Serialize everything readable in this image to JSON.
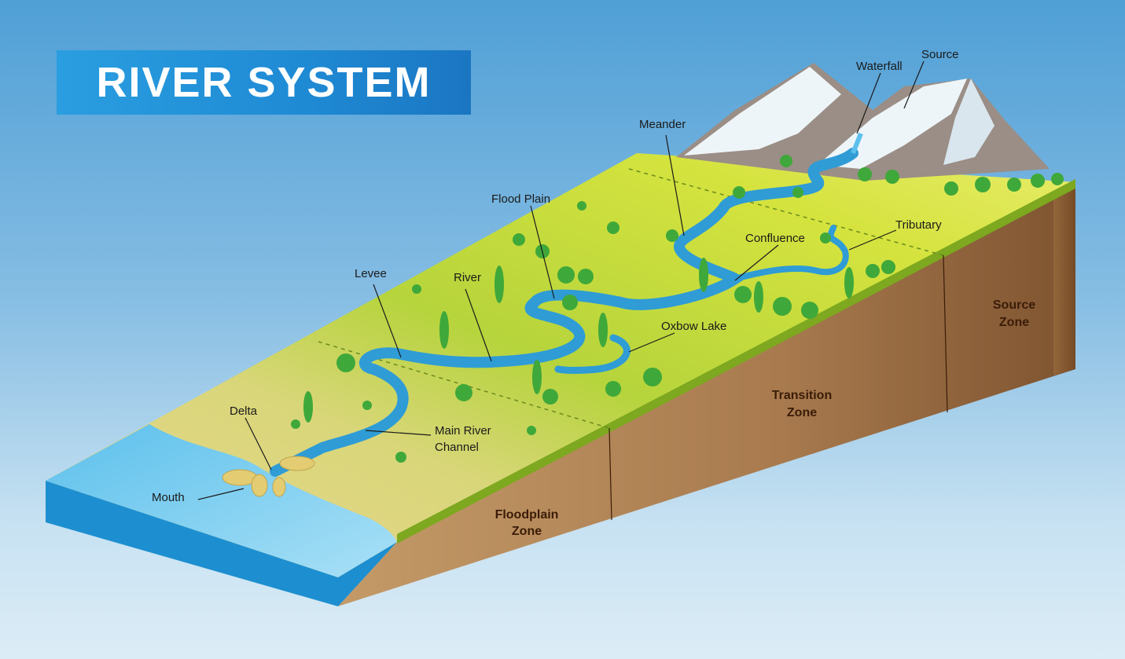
{
  "title": "RIVER SYSTEM",
  "labels": {
    "source": "Source",
    "waterfall": "Waterfall",
    "meander": "Meander",
    "flood_plain": "Flood Plain",
    "tributary": "Tributary",
    "confluence": "Confluence",
    "levee": "Levee",
    "river": "River",
    "oxbow_lake": "Oxbow Lake",
    "delta": "Delta",
    "main_river_channel_1": "Main River",
    "main_river_channel_2": "Channel",
    "mouth": "Mouth"
  },
  "zones": {
    "source_1": "Source",
    "source_2": "Zone",
    "transition_1": "Transition",
    "transition_2": "Zone",
    "floodplain_1": "Floodplain",
    "floodplain_2": "Zone"
  },
  "colors": {
    "title_banner": "#1f8ad4",
    "river": "#2e9bd6",
    "sea": "#6fc8ee",
    "grass": "#b8d63a",
    "sand": "#e8d58a",
    "soil": "#a87a4e",
    "tree": "#3fa83a"
  }
}
